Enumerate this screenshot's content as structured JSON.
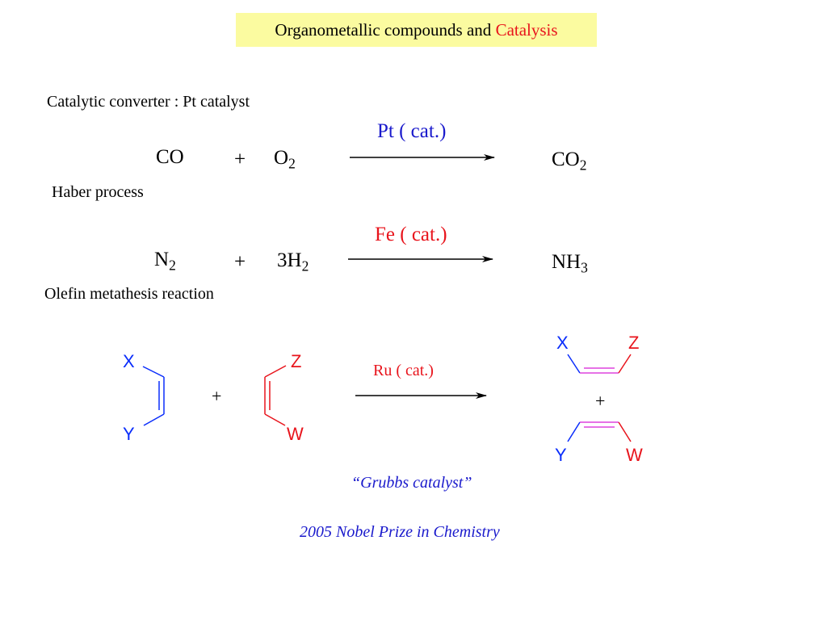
{
  "title": {
    "text_before": "Organometallic compounds and ",
    "highlight": "Catalysis"
  },
  "colors": {
    "title_bg": "#fbfba0",
    "red": "#e8141c",
    "blue": "#1a1acc",
    "atom_blue": "#0a2dfb",
    "bond_magenta": "#dd44dd"
  },
  "reaction1": {
    "heading": "Catalytic converter : Pt catalyst",
    "reactant1": "CO",
    "plus": "+",
    "reactant2_base": "O",
    "reactant2_sub": "2",
    "catalyst": "Pt ( cat.)",
    "product_base": "CO",
    "product_sub": "2"
  },
  "reaction2": {
    "heading": "Haber process",
    "reactant1_base": "N",
    "reactant1_sub": "2",
    "plus": "+",
    "reactant2_base": "3H",
    "reactant2_sub": "2",
    "catalyst": "Fe ( cat.)",
    "product_base": "NH",
    "product_sub": "3"
  },
  "reaction3": {
    "heading": "Olefin metathesis reaction",
    "left_alkene": {
      "top": "X",
      "bottom": "Y"
    },
    "plus": "+",
    "right_alkene": {
      "top": "Z",
      "bottom": "W"
    },
    "catalyst": "Ru ( cat.)",
    "product1": {
      "left": "X",
      "right": "Z"
    },
    "product_plus": "+",
    "product2": {
      "left": "Y",
      "right": "W"
    }
  },
  "footnotes": {
    "catalyst_name": "“Grubbs catalyst”",
    "award": "2005 Nobel Prize in Chemistry"
  }
}
